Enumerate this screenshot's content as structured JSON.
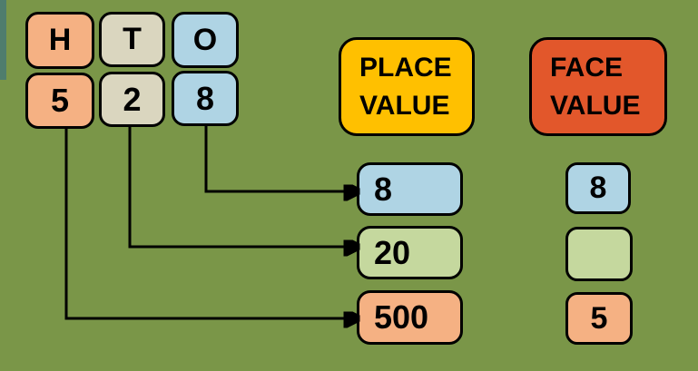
{
  "background_color": "#7A9648",
  "accent_bar_color": "#4F7D6D",
  "line_color": "#000000",
  "digit_grid": {
    "columns": [
      {
        "name": "hundreds",
        "header": "H",
        "digit": "5",
        "color": "#F5B183"
      },
      {
        "name": "tens",
        "header": "T",
        "digit": "2",
        "color": "#DAD6BF"
      },
      {
        "name": "ones",
        "header": "O",
        "digit": "8",
        "color": "#AFD4E4"
      }
    ]
  },
  "column_headers": {
    "place_value": {
      "label": "PLACE VALUE",
      "line1": "PLACE",
      "line2": "VALUE",
      "color": "#FFC000"
    },
    "face_value": {
      "label": "FACE VALUE",
      "line1": "FACE",
      "line2": "VALUE",
      "color": "#E2572B"
    }
  },
  "place_values": [
    {
      "value": "8",
      "color": "#AFD4E4"
    },
    {
      "value": "20",
      "color": "#C5D89E"
    },
    {
      "value": "500",
      "color": "#F5B183"
    }
  ],
  "face_values": [
    {
      "value": "8",
      "color": "#AFD4E4"
    },
    {
      "value": "",
      "color": "#C5D89E"
    },
    {
      "value": "5",
      "color": "#F5B183"
    }
  ]
}
